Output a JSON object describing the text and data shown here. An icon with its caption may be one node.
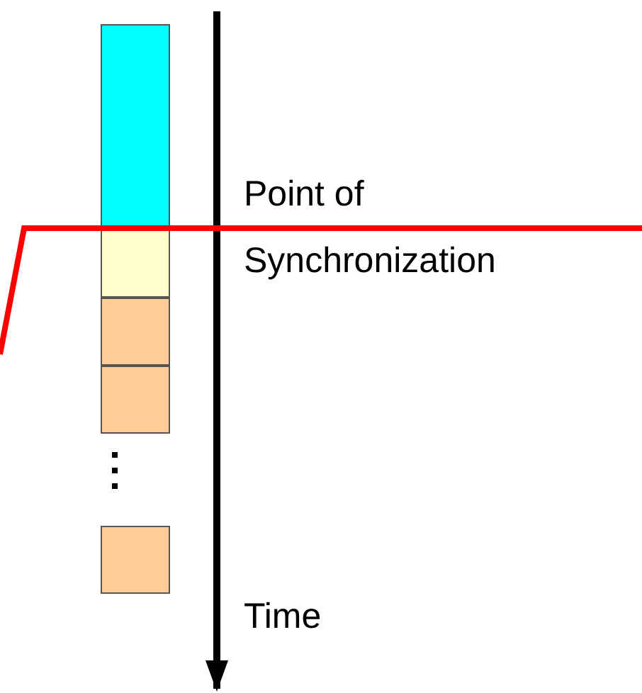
{
  "diagram": {
    "nodes": [
      {
        "text": [],
        "shape": "box"
      },
      {
        "text": [],
        "shape": "box"
      },
      {
        "text": [],
        "shape": "box"
      },
      {
        "text": [],
        "shape": "box"
      },
      {
        "text": [],
        "shape": "box"
      }
    ],
    "labels": [
      "Point of Synchronization",
      "Time"
    ]
  }
}
